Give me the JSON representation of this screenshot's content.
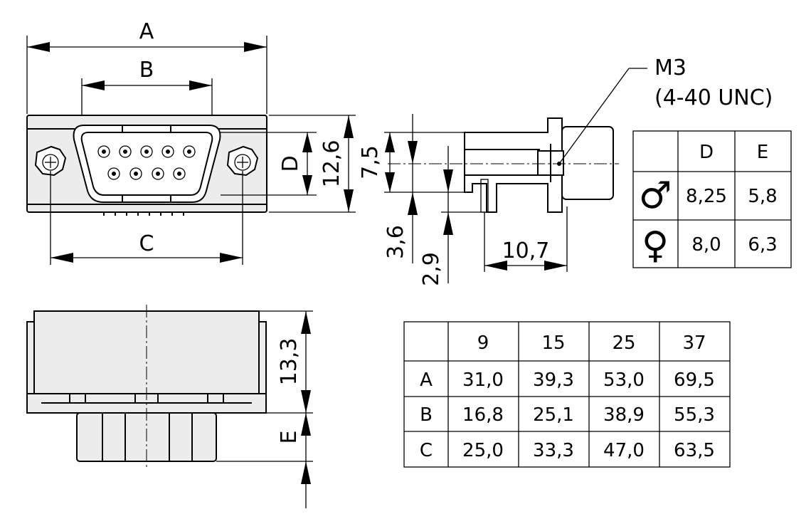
{
  "front_view": {
    "dim_a": "A",
    "dim_b": "B",
    "dim_c": "C",
    "dim_d": "D",
    "dim_height": "12,6"
  },
  "side_view": {
    "dim_7_5": "7,5",
    "dim_3_6": "3,6",
    "dim_2_9": "2,9",
    "dim_10_7": "10,7",
    "thread_metric": "M3",
    "thread_unc": "(4-40  UNC)"
  },
  "bottom_view": {
    "dim_13_3": "13,3",
    "dim_e": "E"
  },
  "gender_table": {
    "headers": [
      "",
      "D",
      "E"
    ],
    "rows": [
      {
        "symbol": "♂",
        "d": "8,25",
        "e": "5,8"
      },
      {
        "symbol": "♀",
        "d": "8,0",
        "e": "6,3"
      }
    ]
  },
  "size_table": {
    "headers": [
      "",
      "9",
      "15",
      "25",
      "37"
    ],
    "rows": [
      {
        "label": "A",
        "values": [
          "31,0",
          "39,3",
          "53,0",
          "69,5"
        ]
      },
      {
        "label": "B",
        "values": [
          "16,8",
          "25,1",
          "38,9",
          "55,3"
        ]
      },
      {
        "label": "C",
        "values": [
          "25,0",
          "33,3",
          "47,0",
          "63,5"
        ]
      }
    ]
  },
  "colors": {
    "line": "#000000",
    "body_fill": "#ececec",
    "background": "#ffffff"
  }
}
